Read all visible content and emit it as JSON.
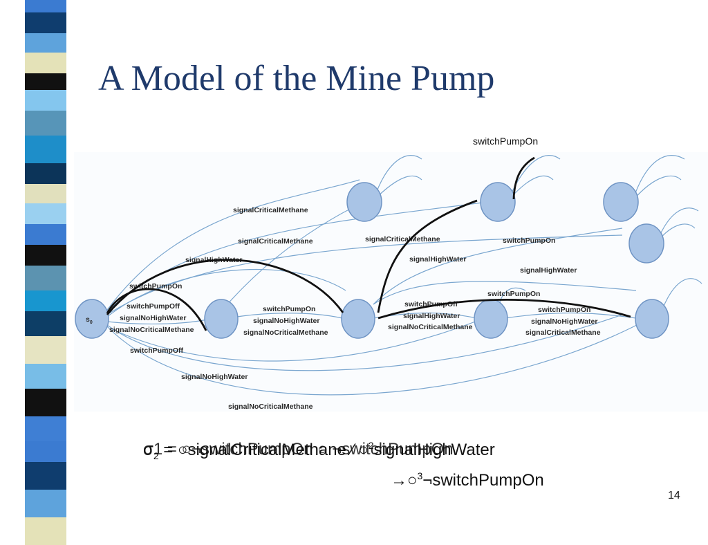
{
  "slide": {
    "title": "A Model of the Mine Pump",
    "page_number": "14",
    "callout": "switchPumpOn",
    "formula_1_prefix": "σ",
    "formula_1_sub": "2",
    "formula_1_text": " = ○signalCriticalMethane ⁄ ○",
    "formula_1_sup": "2",
    "formula_1_end": "signalHighWater",
    "formula_1_overlap": "σ1 = ○¬switchPumpOn  ○ ¬switchPumpOn",
    "formula_2_arrow": "→○",
    "formula_2_sup": "3",
    "formula_2_text": "¬switchPumpOn"
  },
  "diagram": {
    "start_node_label": "s",
    "start_node_sub": "0",
    "edge_labels": [
      "signalCriticalMethane",
      "signalCriticalMethane",
      "signalCriticalMethane",
      "switchPumpOn",
      "signalHighWater",
      "signalHighWater",
      "signalHighWater",
      "switchPumpOn",
      "switchPumpOff",
      "signalNoHighWater",
      "signalNoCriticalMethane",
      "switchPumpOn",
      "signalNoHighWater",
      "signalNoCriticalMethane",
      "switchPumpOff",
      "signalHighWater",
      "signalNoCriticalMethane",
      "switchPumpOn",
      "switchPumpOn",
      "signalNoHighWater",
      "signalCriticalMethane",
      "switchPumpOff",
      "signalNoHighWater",
      "signalNoCriticalMethane"
    ]
  },
  "colors": {
    "title": "#1f3a6b",
    "node_fill": "#a9c4e6",
    "edge": "#7aa6cf",
    "highlight_path": "#111111"
  }
}
